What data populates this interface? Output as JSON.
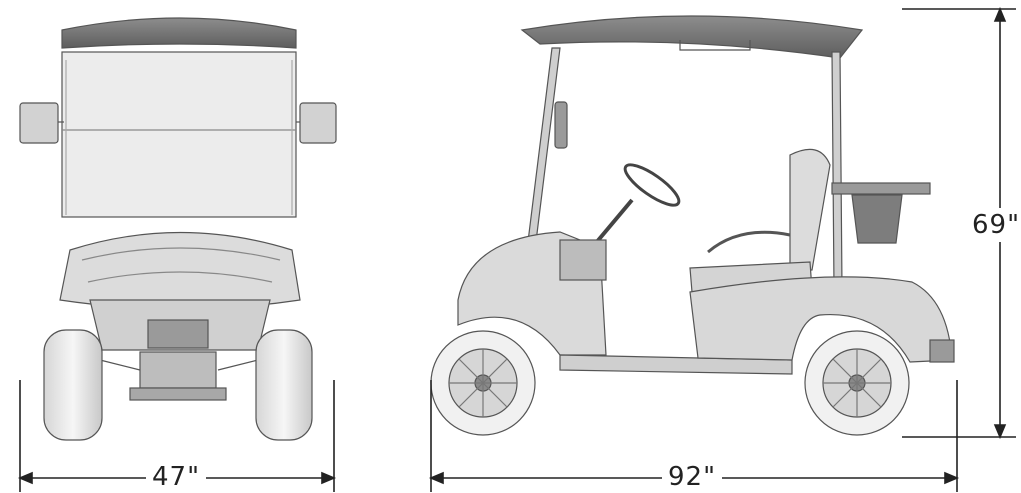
{
  "dimensions": {
    "width": "47\"",
    "length": "92\"",
    "height": "69\""
  },
  "colors": {
    "line": "#555555",
    "fill_light": "#e9e9e9",
    "fill_mid": "#cfcfcf",
    "fill_dark": "#9a9a9a",
    "dim_line": "#222222"
  }
}
